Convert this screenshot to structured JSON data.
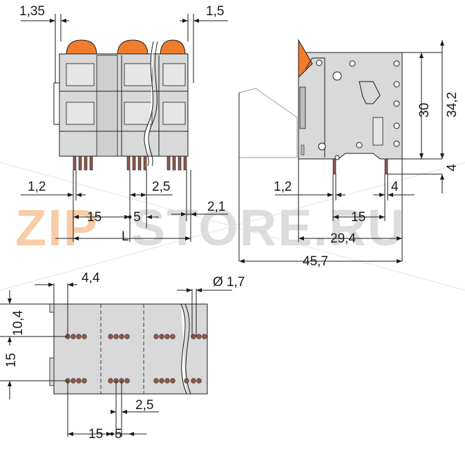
{
  "watermark": {
    "zip": "ZIP",
    "rest": "STORE.RU"
  },
  "front_view": {
    "dims": {
      "top_left": "1,35",
      "top_right": "1,5",
      "pin_offset": "1,2",
      "pin_pitch": "2,5",
      "pitch": "15",
      "half_pitch": "5",
      "edge": "2,1",
      "length": "L"
    }
  },
  "side_view": {
    "dims": {
      "height_body": "30",
      "height_total": "34,2",
      "pin_len": "4",
      "pin_offset": "1,2",
      "pin_gap": "4",
      "pitch": "15",
      "base": "29,4",
      "depth": "45,7"
    }
  },
  "pcb_view": {
    "dims": {
      "col_offset": "4,4",
      "hole_dia": "Ø 1,7",
      "row_offset": "10,4",
      "row_pitch": "15",
      "pin_pitch": "2,5",
      "pitch": "15",
      "half_pitch": "5"
    }
  },
  "colors": {
    "body": "#d9d9d9",
    "lever": "#ef7d2d",
    "holes": "#8c5a4a",
    "watermark_zip": "#f4a460",
    "watermark_rest": "#c8c8c8"
  }
}
